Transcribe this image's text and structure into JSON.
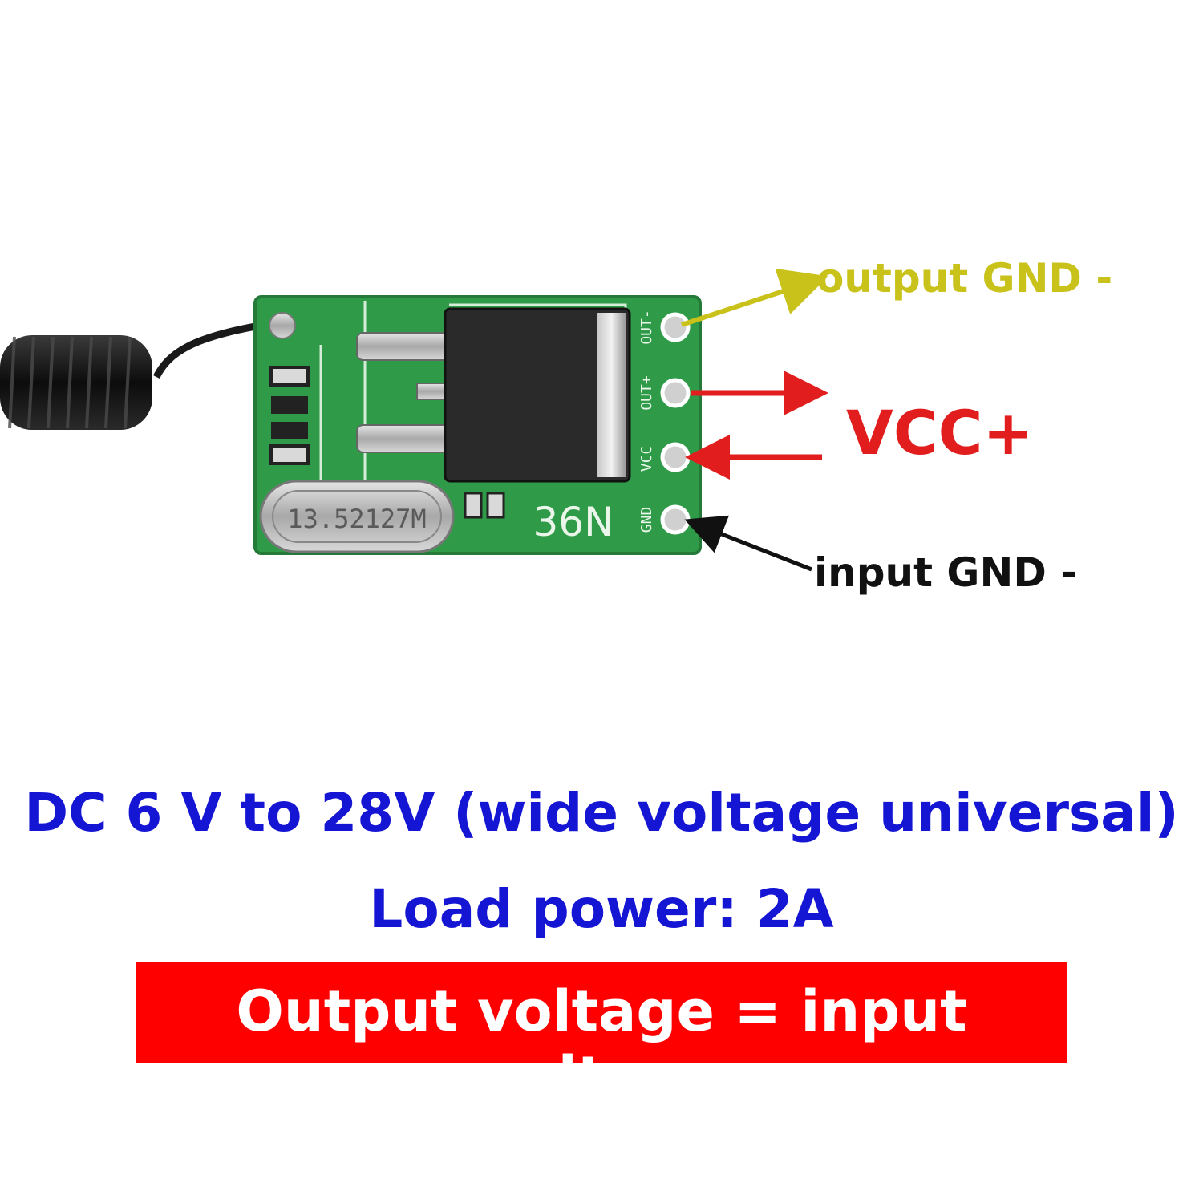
{
  "photo": {
    "crystal_marking": "13.52127M",
    "board_marking": "36N",
    "pin_labels": [
      "OUT-",
      "OUT+",
      "VCC",
      "GND"
    ]
  },
  "annotations": {
    "output_gnd": "output GND -",
    "vcc": "VCC+",
    "input_gnd": "input GND -"
  },
  "specs": {
    "voltage_range": "DC 6 V to 28V (wide voltage universal)",
    "load_power": "Load power: 2A",
    "output_note": "Output voltage = input voltage"
  },
  "colors": {
    "output_gnd_arrow": "#c8c21a",
    "vcc_arrow": "#e11d1d",
    "input_gnd_arrow": "#111111",
    "spec_text": "#1515d4",
    "banner_bg": "#ff0000",
    "pcb_green": "#2f9a48"
  }
}
